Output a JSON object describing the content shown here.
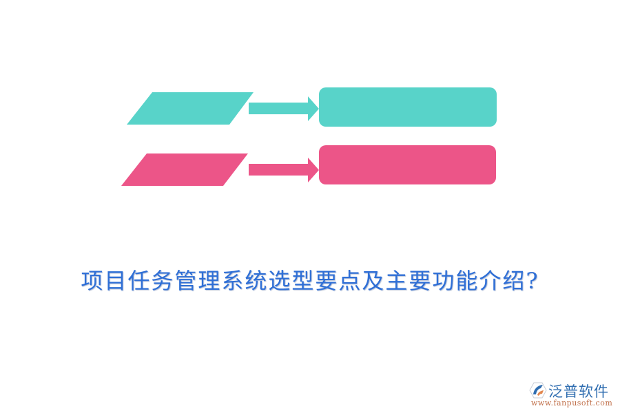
{
  "colors": {
    "teal": "#58d3c9",
    "pink": "#ec5588",
    "title": "#2f6fd6",
    "logo_blue": "#2f6db0",
    "logo_orange": "#c0704a"
  },
  "diagram": {
    "rows": [
      {
        "color": "teal",
        "input_shape": "parallelogram",
        "connector": "arrow-right",
        "output_shape": "rounded-rectangle",
        "input_label": "",
        "output_label": ""
      },
      {
        "color": "pink",
        "input_shape": "parallelogram",
        "connector": "arrow-right",
        "output_shape": "rounded-rectangle",
        "input_label": "",
        "output_label": ""
      }
    ]
  },
  "title": "项目任务管理系统选型要点及主要功能介绍?",
  "logo": {
    "icon": "fanpu-logo-icon",
    "name": "泛普软件",
    "url": "www.fanpusoft.com"
  }
}
